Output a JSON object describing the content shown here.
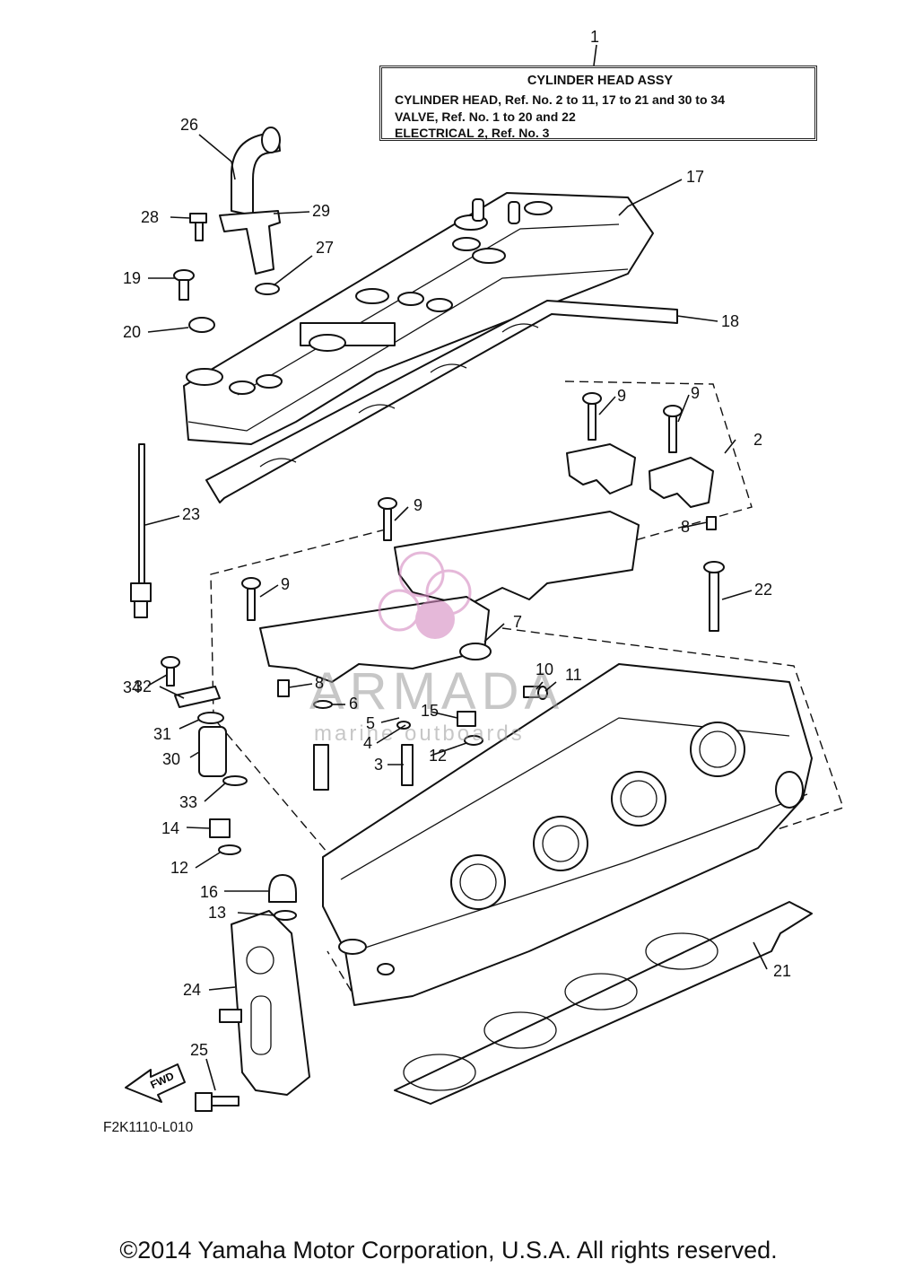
{
  "reference_box": {
    "title": "CYLINDER HEAD ASSY",
    "rows": [
      "CYLINDER HEAD, Ref. No. 2 to 11, 17 to 21 and 30 to 34",
      "VALVE, Ref. No. 1 to 20 and 22",
      "ELECTRICAL 2, Ref. No. 3"
    ]
  },
  "callouts": {
    "c1": "1",
    "c2": "2",
    "c3": "3",
    "c4": "4",
    "c5": "5",
    "c6": "6",
    "c7": "7",
    "c8a": "8",
    "c8b": "8",
    "c9a": "9",
    "c9b": "9",
    "c9c": "9",
    "c9d": "9",
    "c10": "10",
    "c11": "11",
    "c12a": "12",
    "c12b": "12",
    "c13": "13",
    "c14": "14",
    "c15": "15",
    "c16": "16",
    "c17": "17",
    "c18": "18",
    "c19": "19",
    "c20": "20",
    "c21": "21",
    "c22": "22",
    "c23": "23",
    "c24": "24",
    "c25": "25",
    "c26": "26",
    "c27": "27",
    "c28": "28",
    "c29": "29",
    "c30": "30",
    "c31": "31",
    "c32": "32",
    "c33": "33",
    "c34": "34"
  },
  "fwd_label": "FWD",
  "watermark": {
    "brand": "ARMADA",
    "tagline": "marine outboards"
  },
  "diagram_code": "F2K1110-L010",
  "copyright": "©2014 Yamaha Motor Corporation, U.S.A. All rights reserved."
}
